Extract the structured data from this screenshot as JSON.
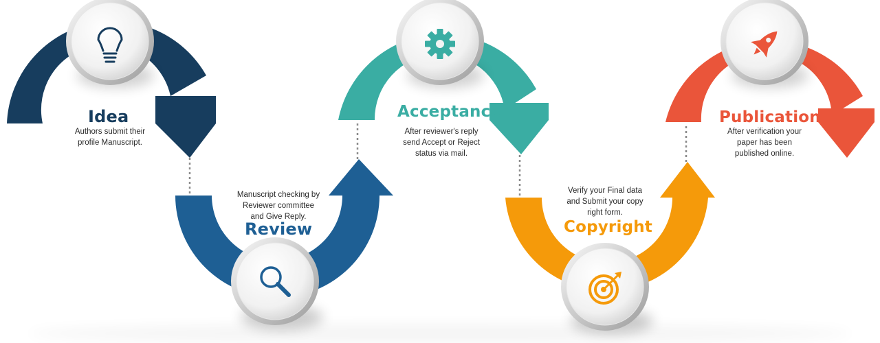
{
  "steps": [
    {
      "title": "Idea",
      "desc": [
        "Authors submit their",
        "profile Manuscript."
      ],
      "icon": "lightbulb-icon",
      "color": "#173d5e"
    },
    {
      "title": "Review",
      "desc": [
        "Manuscript checking by",
        "Reviewer committee",
        "and Give Reply."
      ],
      "icon": "magnifier-icon",
      "color": "#1e5f94"
    },
    {
      "title": "Acceptance",
      "desc": [
        "After reviewer's reply",
        "send Accept or Reject",
        "status via mail."
      ],
      "icon": "gear-icon",
      "color": "#3aada3"
    },
    {
      "title": "Copyright",
      "desc": [
        "Verify your Final data",
        "and Submit your copy",
        "right form."
      ],
      "icon": "target-icon",
      "color": "#f59a0a"
    },
    {
      "title": "Publication",
      "desc": [
        "After verification your",
        "paper has been",
        "published online."
      ],
      "icon": "rocket-icon",
      "color": "#ea553a"
    }
  ]
}
